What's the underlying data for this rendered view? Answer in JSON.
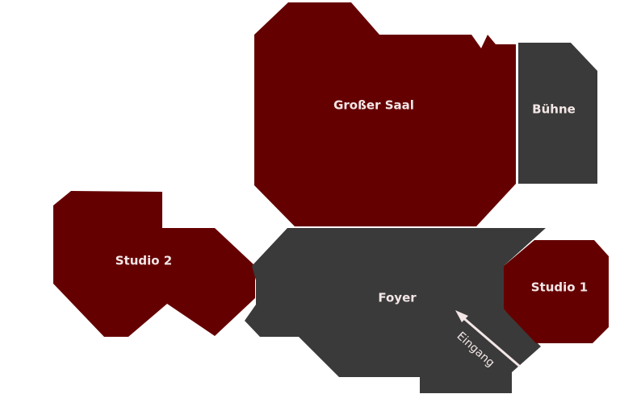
{
  "colors": {
    "hall": "#650000",
    "service": "#3a3a3a",
    "label": "#f3e6e6",
    "background": "#ffffff"
  },
  "rooms": {
    "grosser_saal": {
      "label": "Großer Saal"
    },
    "buehne": {
      "label": "Bühne"
    },
    "studio_2": {
      "label": "Studio 2"
    },
    "foyer": {
      "label": "Foyer"
    },
    "studio_1": {
      "label": "Studio 1"
    }
  },
  "entrance": {
    "label": "Eingang",
    "icon": "arrow-icon"
  }
}
